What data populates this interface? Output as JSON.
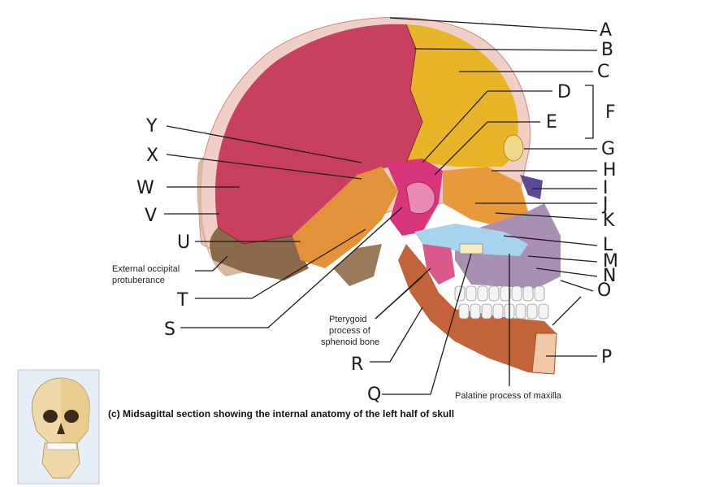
{
  "diagram": {
    "caption": "(c) Midsagittal section showing the internal anatomy of the left half of skull",
    "printed_labels": {
      "external_occipital_1": "External occipital",
      "external_occipital_2": "protuberance",
      "pterygoid_1": "Pterygoid",
      "pterygoid_2": "process of",
      "pterygoid_3": "sphenoid bone",
      "palatine": "Palatine process of maxilla"
    },
    "letters": {
      "A": "A",
      "B": "B",
      "C": "C",
      "D": "D",
      "E": "E",
      "F": "F",
      "G": "G",
      "H": "H",
      "I": "I",
      "J": "J",
      "K": "K",
      "L": "L",
      "M": "M",
      "N": "N",
      "O": "O",
      "P": "P",
      "Q": "Q",
      "R": "R",
      "S": "S",
      "T": "T",
      "U": "U",
      "V": "V",
      "W": "W",
      "X": "X",
      "Y": "Y"
    },
    "colors": {
      "parietal": "#c9405e",
      "frontal": "#e8b528",
      "occipital": "#8a6a4a",
      "temporal": "#e3923a",
      "sphenoid": "#d9357a",
      "maxilla": "#a98fb2",
      "palatine": "#a6d4ee",
      "mandible": "#c2633a",
      "skull_rim": "#f0c8c0"
    }
  }
}
